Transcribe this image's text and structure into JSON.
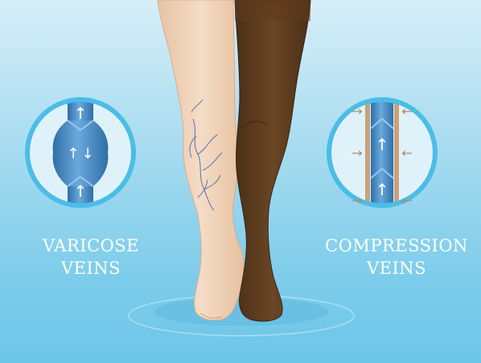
{
  "labels": {
    "varicose_line1": "VARICOSE",
    "varicose_line2": "VEINS",
    "compression_line1": "COMPRESSION",
    "compression_line2": "VEINS"
  },
  "colors": {
    "background_top": "#d6eef8",
    "background_bottom": "#6cc6e9",
    "circle_ring": "#4bbde6",
    "vein_blue": "#4a8fc9",
    "vein_dark": "#2f6fa8",
    "light_skin": "#f0d2b8",
    "stocking_brown": "#5a3a1e",
    "compression_arrow": "#b08a62"
  },
  "icons": {
    "up_arrow": "arrow-up-icon",
    "down_arrow": "arrow-down-icon",
    "press_arrow": "arrow-right-icon"
  }
}
